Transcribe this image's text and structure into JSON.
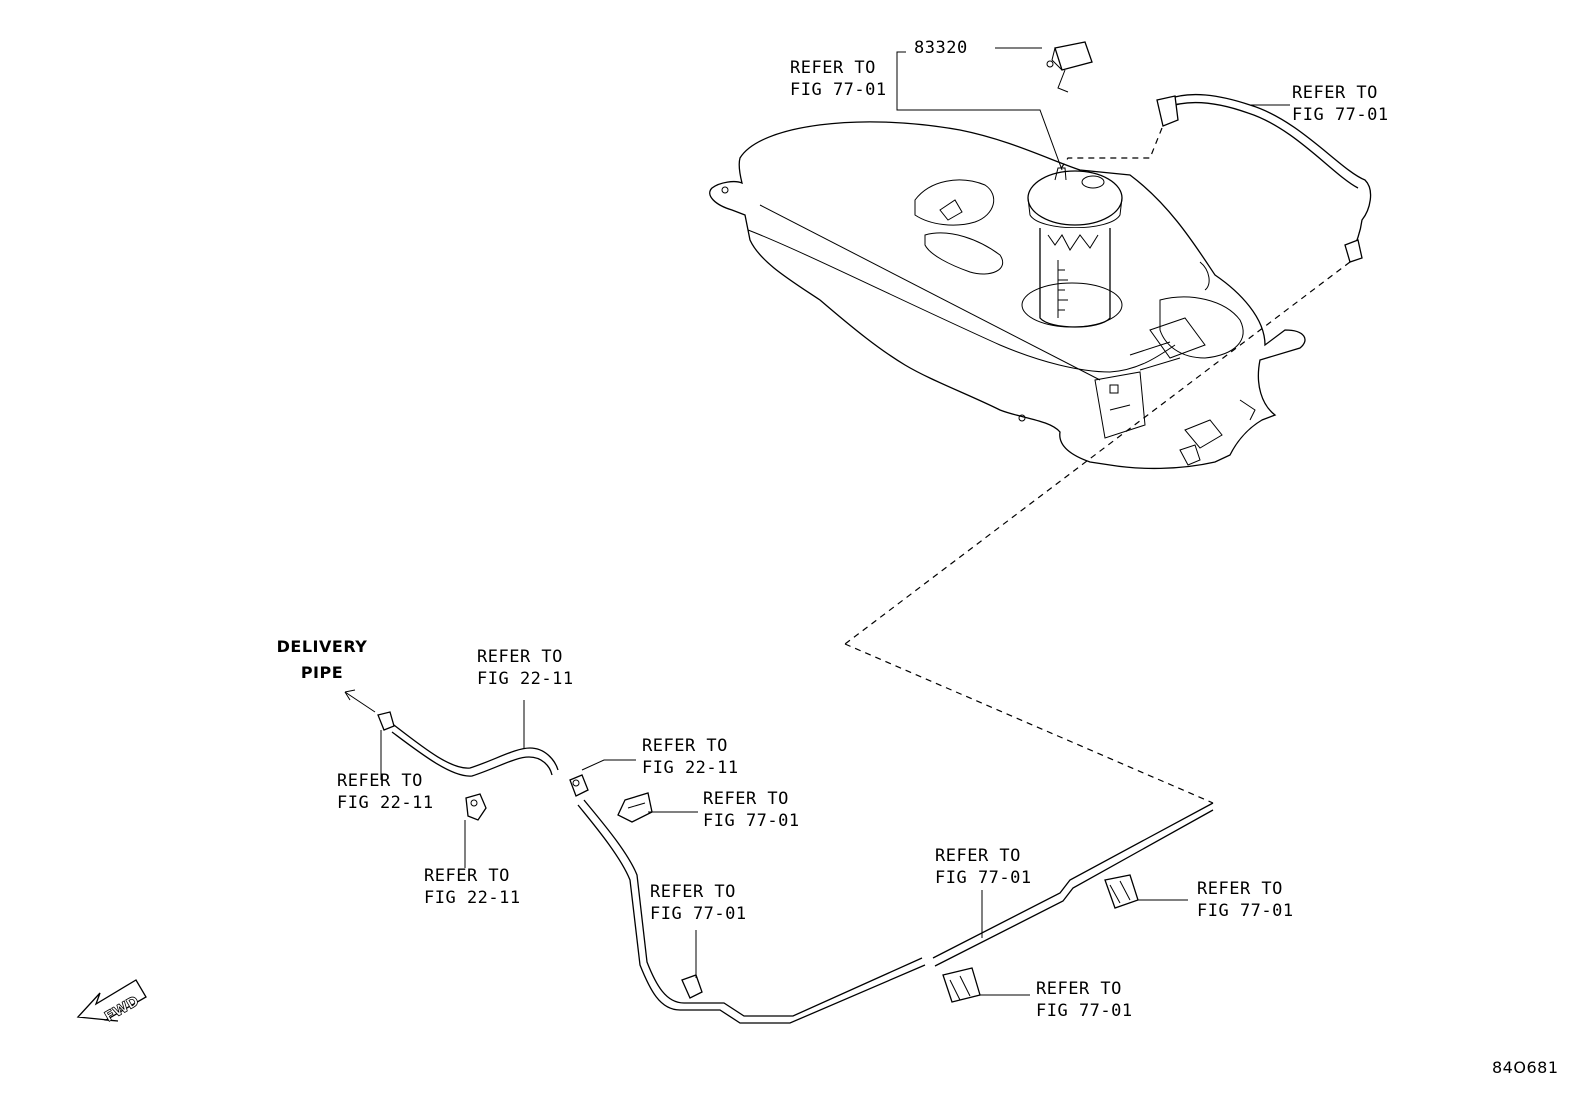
{
  "diagram_code": "84O681",
  "fwd_label": "FWD",
  "part_number": "83320",
  "delivery_pipe": [
    "DELIVERY",
    "PIPE"
  ],
  "refs": {
    "r1": [
      "REFER TO",
      "FIG 77-01"
    ],
    "r2": [
      "REFER TO",
      "FIG 77-01"
    ],
    "r3": [
      "REFER TO",
      "FIG 22-11"
    ],
    "r4": [
      "REFER TO",
      "FIG 22-11"
    ],
    "r5": [
      "REFER TO",
      "FIG 22-11"
    ],
    "r6": [
      "REFER TO",
      "FIG 77-01"
    ],
    "r7": [
      "REFER TO",
      "FIG 22-11"
    ],
    "r8": [
      "REFER TO",
      "FIG 77-01"
    ],
    "r9": [
      "REFER TO",
      "FIG 77-01"
    ],
    "r10": [
      "REFER TO",
      "FIG 77-01"
    ],
    "r11": [
      "REFER TO",
      "FIG 77-01"
    ]
  }
}
